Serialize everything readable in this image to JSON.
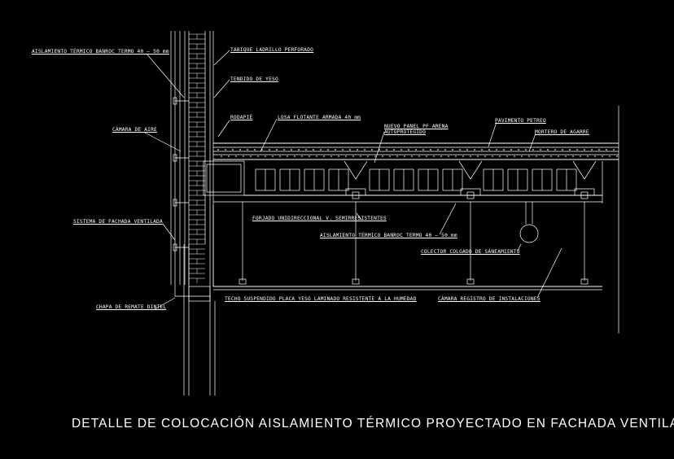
{
  "title": "DETALLE DE COLOCACIÓN AISLAMIENTO TÉRMICO PROYECTADO EN FACHADA VENTILADA",
  "labels": {
    "aislamiento_top": "AISLAMIENTO TÉRMICO BANROC TERMO 40 – 50 mm",
    "tabique": "TABIQUE LADRILLO PERFORADO",
    "tendido": "TENDIDO DE YESO",
    "rodapie": "RODAPIÉ",
    "losa": "LOSA FLOTANTE ARMADA 40 mm",
    "panel_1": "NUEVO PANEL PF ARENA",
    "panel_2": "AUTOPROTEGIDO",
    "pavimento": "PAVIMENTO PETREO",
    "mortero": "MORTERO DE AGARRE",
    "camara_aire": "CÁMARA DE AIRE",
    "forjado": "FORJADO UNIDIRECCIONAL V. SEMIRRESISTENTES",
    "aislamiento_bottom": "AISLAMIENTO TÉRMICO BANROC TERMO 40 – 50 mm",
    "sistema": "SISTEMA DE FACHADA VENTILADA",
    "colector": "COLECTOR COLGADO DE SANEAMIENTO",
    "chapa": "CHAPA DE REMATE DINTEL",
    "techo": "TECHO SUSPENDIDO PLACA  YESO LAMINADO RESISTENTE A LA HUMEDAD",
    "camara_registro": "CÁMARA REGISTRO DE INSTALACIONES"
  },
  "colors": {
    "background": "#000000",
    "lines": "#ffffff"
  }
}
